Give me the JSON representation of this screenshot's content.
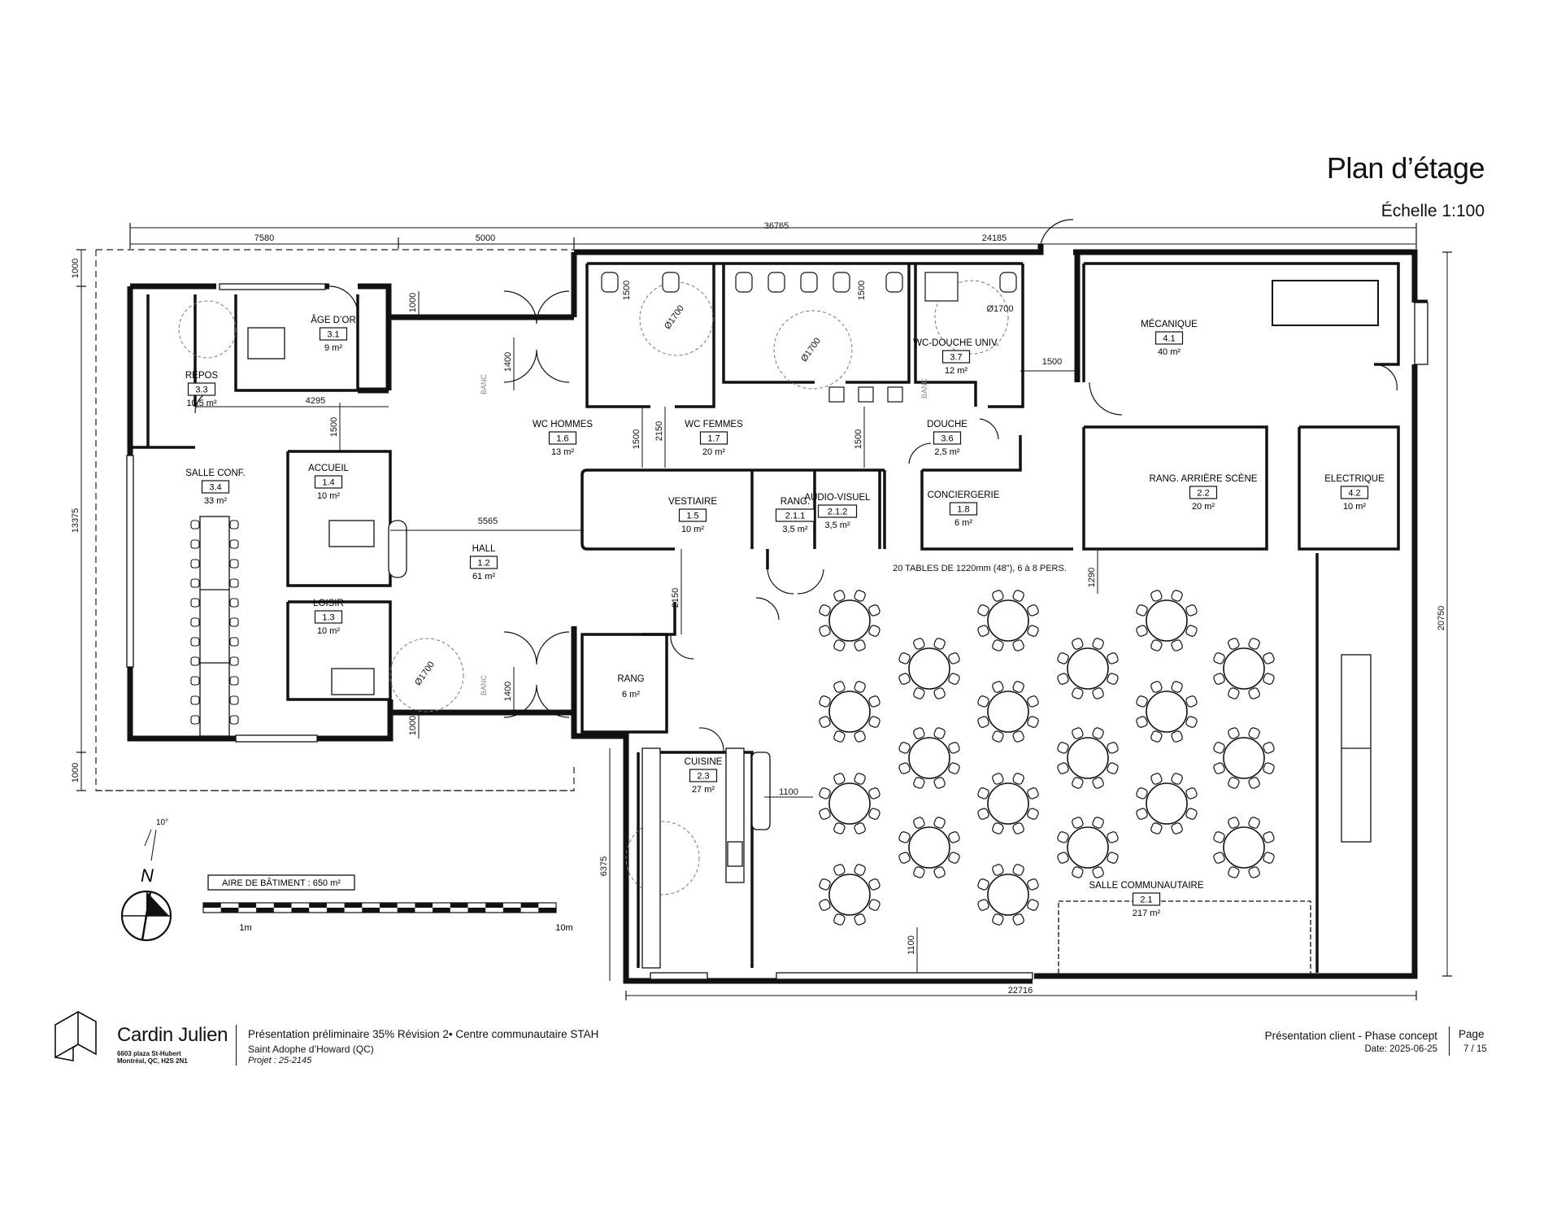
{
  "title": "Plan d’étage",
  "scale": "Échelle 1:100",
  "dimensions": {
    "overall_width": "36765",
    "top_left": "7580",
    "top_mid": "5000",
    "top_right": "24185",
    "bottom_width": "22716",
    "left_height": "13375",
    "right_height": "20750",
    "left_top": "1000",
    "left_bottom": "1000",
    "bottom_left_height": "6375",
    "offset_top": "1000",
    "offset_bottom": "1000",
    "hall_width": "5565",
    "corridor_left": "4295",
    "corridor_1500a": "1500",
    "corridor_1500b": "1500",
    "corridor_1500c": "1500",
    "corridor_1500d": "1500",
    "corridor_1500e": "1500",
    "corridor_2150a": "2150",
    "corridor_2150b": "2150",
    "vest_1400a": "1400",
    "vest_1400b": "1400",
    "gap_1290": "1290",
    "gap_1100a": "1100",
    "gap_1100b": "1100",
    "wc_diam1": "Ø1700",
    "wc_diam2": "Ø1700",
    "wc_diam3": "Ø1700",
    "loisir_diam": "Ø1700"
  },
  "rooms": [
    {
      "name": "ÂGE D’OR",
      "num": "3.1",
      "area": "9 m²"
    },
    {
      "name": "REPOS",
      "num": "3.3",
      "area": "10,5 m²"
    },
    {
      "name": "SALLE CONF.",
      "num": "3.4",
      "area": "33 m²"
    },
    {
      "name": "ACCUEIL",
      "num": "1.4",
      "area": "10 m²"
    },
    {
      "name": "HALL",
      "num": "1.2",
      "area": "61 m²"
    },
    {
      "name": "LOISIR",
      "num": "1.3",
      "area": "10 m²"
    },
    {
      "name": "WC HOMMES",
      "num": "1.6",
      "area": "13 m²"
    },
    {
      "name": "WC FEMMES",
      "num": "1.7",
      "area": "20 m²"
    },
    {
      "name": "WC-DOUCHE UNIV.",
      "num": "3.7",
      "area": "12 m²"
    },
    {
      "name": "DOUCHE",
      "num": "3.6",
      "area": "2,5 m²"
    },
    {
      "name": "VESTIAIRE",
      "num": "1.5",
      "area": "10 m²"
    },
    {
      "name": "RANG.",
      "num": "2.1.1",
      "area": "3,5 m²"
    },
    {
      "name": "AUDIO-VISUEL",
      "num": "2.1.2",
      "area": "3,5 m²"
    },
    {
      "name": "CONCIERGERIE",
      "num": "1.8",
      "area": "6 m²"
    },
    {
      "name": "MÉCANIQUE",
      "num": "4.1",
      "area": "40 m²"
    },
    {
      "name": "RANG. ARRIÈRE SCÈNE",
      "num": "2.2",
      "area": "20 m²"
    },
    {
      "name": "ELECTRIQUE",
      "num": "4.2",
      "area": "10 m²"
    },
    {
      "name": "RANG",
      "num": "",
      "area": "6 m²"
    },
    {
      "name": "CUISINE",
      "num": "2.3",
      "area": "27 m²"
    },
    {
      "name": "SALLE COMMUNAUTAIRE",
      "num": "2.1",
      "area": "217 m²"
    }
  ],
  "notes": {
    "tables": "20 TABLES DE 1220mm (48\"), 6 à 8 PERS.",
    "banc1": "BANC",
    "banc2": "BANC",
    "banc3": "BANC",
    "building_area": "AIRE DE BÂTIMENT : 650 m²",
    "north_angle": "10°",
    "north": "N",
    "scale_start": "1m",
    "scale_end": "10m"
  },
  "footer": {
    "brand": "Cardin Julien",
    "addr1": "6603 plaza St-Hubert",
    "addr2": "Montréal, QC, H2S 2N1",
    "project_line": "Présentation préliminaire 35% Révision 2• Centre communautaire STAH",
    "location": "Saint Adophe d’Howard (QC)",
    "project_no": "Projet : 25-2145",
    "phase": "Présentation client - Phase concept",
    "date": "Date: 2025-06-25",
    "page_label": "Page",
    "page_num": "7 / 15"
  }
}
